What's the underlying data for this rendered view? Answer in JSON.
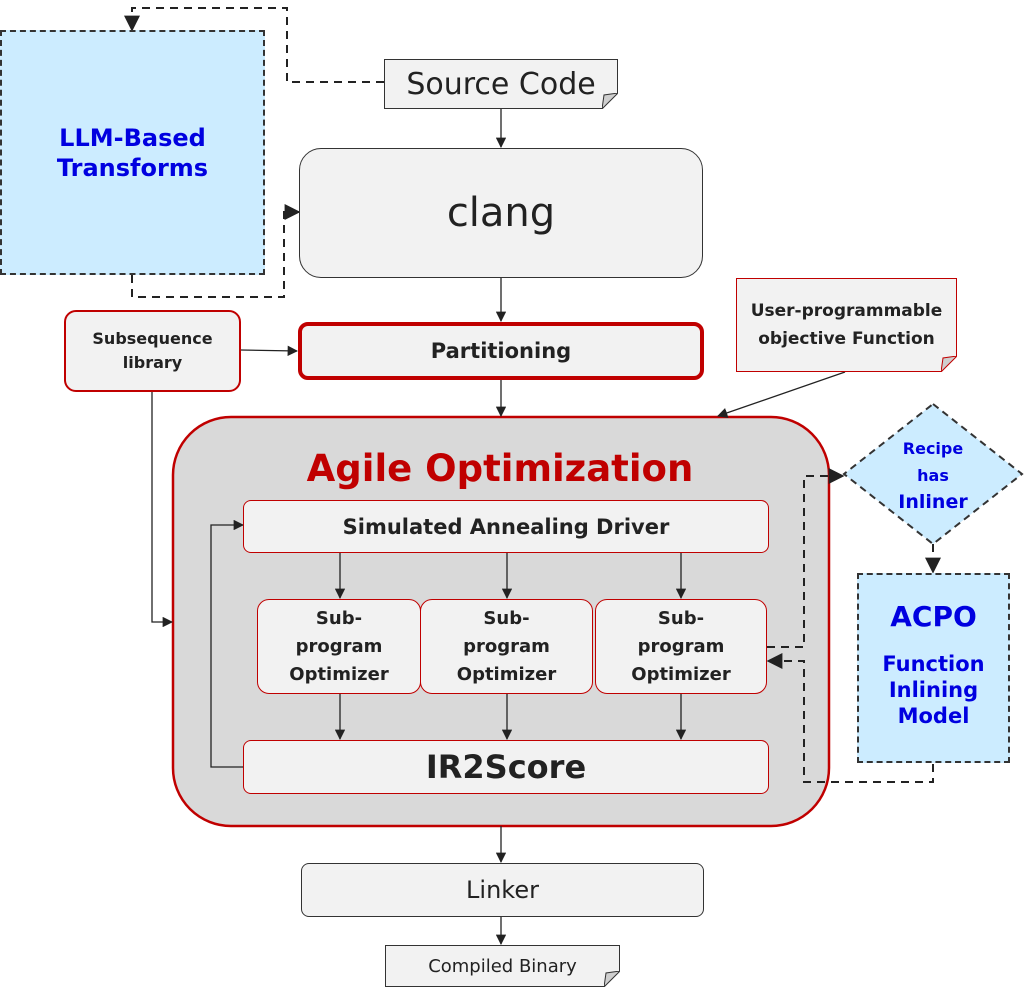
{
  "source_code": "Source Code",
  "clang": "clang",
  "partitioning": "Partitioning",
  "subsequence_library": "Subsequence library",
  "user_objective": "User-programmable objective Function",
  "llm_transforms": "LLM-Based Transforms",
  "agile": {
    "title": "Agile Optimization",
    "driver": "Simulated Annealing Driver",
    "optimizers": [
      "Sub-program Optimizer",
      "Sub-program Optimizer",
      "Sub-program Optimizer"
    ],
    "ir2score": "IR2Score"
  },
  "recipe": {
    "line1": "Recipe",
    "line2": "has",
    "line3": "Inliner"
  },
  "acpo": {
    "title": "ACPO",
    "subtitle": "Function Inlining Model"
  },
  "linker": "Linker",
  "compiled_binary": "Compiled Binary",
  "colors": {
    "red": "#c00000",
    "blue_text": "#0000e0",
    "light_blue": "#ccecff",
    "gray": "#f2f2f2"
  }
}
